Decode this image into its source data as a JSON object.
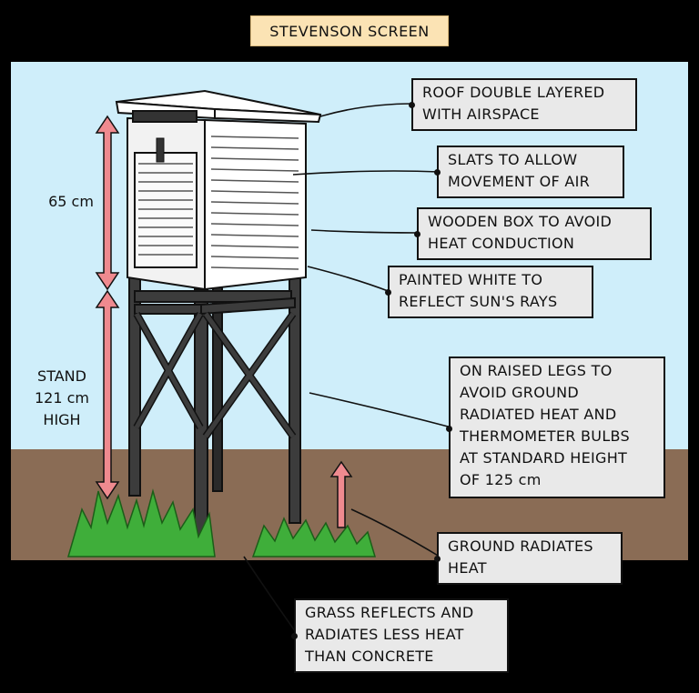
{
  "title": "STEVENSON SCREEN",
  "measurements": {
    "box_height": "65 cm",
    "stand_line1": "STAND",
    "stand_line2": "121 cm",
    "stand_line3": "HIGH"
  },
  "labels": {
    "roof": [
      "ROOF DOUBLE LAYERED",
      "WITH AIRSPACE"
    ],
    "slats": [
      "SLATS TO ALLOW",
      "MOVEMENT OF AIR"
    ],
    "wooden": [
      "WOODEN BOX TO AVOID",
      "HEAT CONDUCTION"
    ],
    "painted": [
      "PAINTED WHITE TO",
      "REFLECT SUN'S RAYS"
    ],
    "legs": [
      "ON RAISED LEGS TO",
      "AVOID GROUND",
      "RADIATED HEAT AND",
      "THERMOMETER BULBS",
      "AT STANDARD HEIGHT",
      "OF 125 cm"
    ],
    "ground": [
      "GROUND RADIATES",
      "HEAT"
    ],
    "grass": [
      "GRASS REFLECTS AND",
      "RADIATES LESS HEAT",
      "THAN CONCRETE"
    ]
  },
  "colors": {
    "sky": "#cfeefa",
    "ground": "#8a6c55",
    "arrow": "#ef8a8f",
    "grass": "#3fae3a",
    "label_bg": "#e9e9e9",
    "title_bg": "#fbe3b4"
  }
}
